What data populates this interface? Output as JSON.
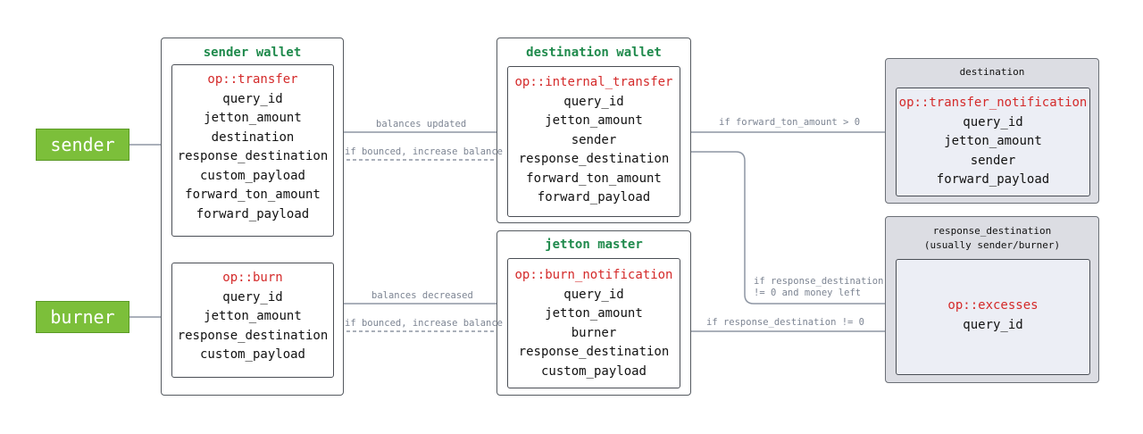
{
  "actors": {
    "sender": "sender",
    "burner": "burner"
  },
  "sender_wallet": {
    "title": "sender wallet",
    "transfer_msg": [
      "op::transfer",
      "query_id",
      "jetton_amount",
      "destination",
      "response_destination",
      "custom_payload",
      "forward_ton_amount",
      "forward_payload"
    ],
    "burn_msg": [
      "op::burn",
      "query_id",
      "jetton_amount",
      "response_destination",
      "custom_payload"
    ]
  },
  "destination_wallet": {
    "title": "destination wallet",
    "msg": [
      "op::internal_transfer",
      "query_id",
      "jetton_amount",
      "sender",
      "response_destination",
      "forward_ton_amount",
      "forward_payload"
    ]
  },
  "jetton_master": {
    "title": "jetton master",
    "msg": [
      "op::burn_notification",
      "query_id",
      "jetton_amount",
      "burner",
      "response_destination",
      "custom_payload"
    ]
  },
  "destination": {
    "title": "destination",
    "msg": [
      "op::transfer_notification",
      "query_id",
      "jetton_amount",
      "sender",
      "forward_payload"
    ]
  },
  "response_destination": {
    "title_line1": "response_destination",
    "title_line2": "(usually sender/burner)",
    "msg": [
      "op::excesses",
      "query_id"
    ]
  },
  "edges": {
    "balances_updated": "balances updated",
    "bounced_transfer": "if bounced, increase balance",
    "forward_ton": "if forward_ton_amount > 0",
    "excess_transfer_line1": "if response_destination",
    "excess_transfer_line2": "!= 0 and money left",
    "balances_decreased": "balances decreased",
    "bounced_burn": "if bounced, increase balance",
    "excess_burn": "if response_destination != 0"
  },
  "colors": {
    "actor": "#7cbf3a",
    "frame_title": "#1f8a4c",
    "op": "#d42a2a",
    "edge": "#7d8593",
    "external_bg": "#dcdde3"
  }
}
